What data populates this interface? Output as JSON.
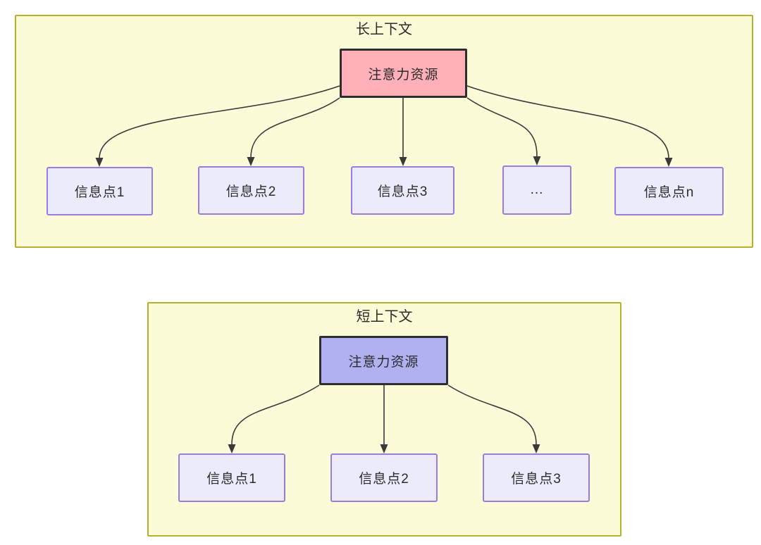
{
  "diagram": {
    "long_context": {
      "title": "长上下文",
      "source_label": "注意力资源",
      "targets": [
        {
          "label": "信息点1"
        },
        {
          "label": "信息点2"
        },
        {
          "label": "信息点3"
        },
        {
          "label": "..."
        },
        {
          "label": "信息点n"
        }
      ]
    },
    "short_context": {
      "title": "短上下文",
      "source_label": "注意力资源",
      "targets": [
        {
          "label": "信息点1"
        },
        {
          "label": "信息点2"
        },
        {
          "label": "信息点3"
        }
      ]
    },
    "colors": {
      "container_fill": "#fbfbd8",
      "container_border": "#b2b22e",
      "long_source_fill": "#ffb0b9",
      "short_source_fill": "#b1b1f1",
      "source_border": "#2f2f2f",
      "target_fill": "#ebebfb",
      "target_border": "#9a7ce0",
      "arrow": "#3a3a3a",
      "text": "#2b2b2b",
      "page_background": "#ffffff"
    }
  }
}
